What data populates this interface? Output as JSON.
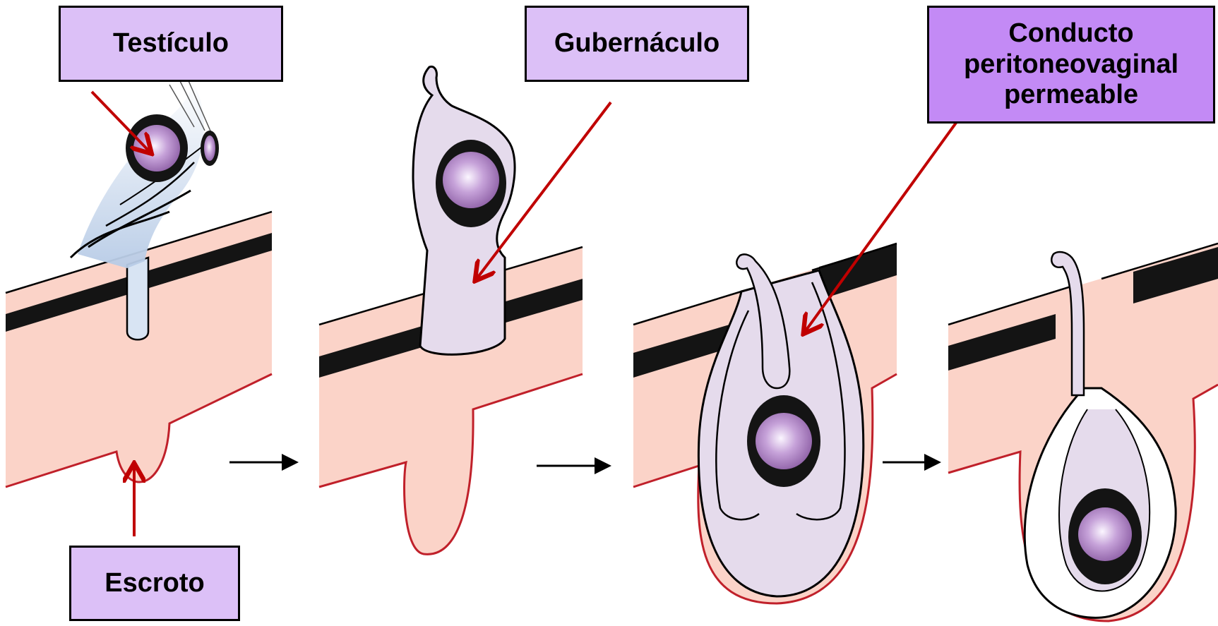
{
  "labels": {
    "testis": "Testículo",
    "gubernaculum": "Gubernáculo",
    "duct_line1": "Conducto",
    "duct_line2": "peritoneovaginal",
    "duct_line3": "permeable",
    "scrotum": "Escroto"
  },
  "colors": {
    "skin": "#fbd3c8",
    "skin_edge": "#c0202a",
    "muscle_layer": "#141414",
    "sac": "#e5dbec",
    "gonad": "#b98fd0",
    "pointer_arrow": "#c00000",
    "label_fill": "#dcc0f7",
    "label_fill_strong": "#c38af5"
  },
  "icons": [
    "arrow-right-icon",
    "pointer-arrow-icon"
  ]
}
